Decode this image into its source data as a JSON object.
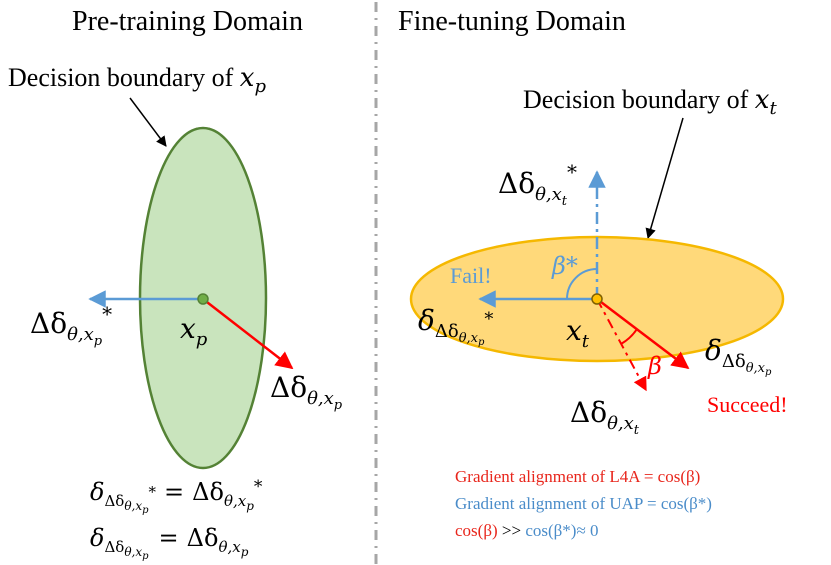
{
  "left_panel": {
    "title": "Pre-training Domain",
    "boundary_label": "Decision boundary of ",
    "boundary_var": "x",
    "boundary_sub": "p",
    "point_var": "x",
    "point_sub": "p",
    "uap_vec": {
      "delta": "Δδ",
      "sub1": "θ,x",
      "sub2": "p",
      "star": "*"
    },
    "l4a_vec": {
      "delta": "Δδ",
      "sub1": "θ,x",
      "sub2": "p"
    },
    "eq1": {
      "lhs": "δ",
      "lhs_sub": "Δδ",
      "lhs_subsub": "θ,x",
      "lhs_subsubsub": "p",
      "lhs_star": "*",
      "eq": "=",
      "rhs": "Δδ",
      "rhs_sub": "θ,x",
      "rhs_subsub": "p",
      "rhs_star": "*"
    },
    "eq2": {
      "lhs": "δ",
      "lhs_sub": "Δδ",
      "lhs_subsub": "θ,x",
      "lhs_subsubsub": "p",
      "eq": "=",
      "rhs": "Δδ",
      "rhs_sub": "θ,x",
      "rhs_subsub": "p"
    }
  },
  "right_panel": {
    "title": "Fine-tuning Domain",
    "boundary_label": "Decision boundary of ",
    "boundary_var": "x",
    "boundary_sub": "t",
    "point_var": "x",
    "point_sub": "t",
    "grad_star": {
      "delta": "Δδ",
      "sub1": "θ,x",
      "sub2": "t",
      "star": "*"
    },
    "grad": {
      "delta": "Δδ",
      "sub1": "θ,x",
      "sub2": "t"
    },
    "uap_vec": {
      "delta": "δ",
      "sub1": "Δδ",
      "sub2": "θ,x",
      "sub3": "p",
      "star": "*"
    },
    "l4a_vec": {
      "delta": "δ",
      "sub1": "Δδ",
      "sub2": "θ,x",
      "sub3": "p"
    },
    "fail": "Fail!",
    "succeed": "Succeed!",
    "beta_star": "β*",
    "beta": "β",
    "legend": [
      {
        "text": "Gradient alignment of L4A = cos(β)",
        "color": "#e8261c"
      },
      {
        "text": "Gradient alignment of UAP = cos(β*)",
        "color": "#4a8cc9"
      }
    ],
    "compare": {
      "left": "cos(β)",
      "mid": " >> ",
      "right": "cos(β*)≈ 0"
    }
  },
  "colors": {
    "blue": "#5b9bd5",
    "red": "#ff0000",
    "green_fill": "#c9e4bd",
    "green_stroke": "#548235",
    "yellow_fill": "#ffd97a",
    "yellow_stroke": "#f5b800",
    "divider": "#a6a6a6"
  }
}
